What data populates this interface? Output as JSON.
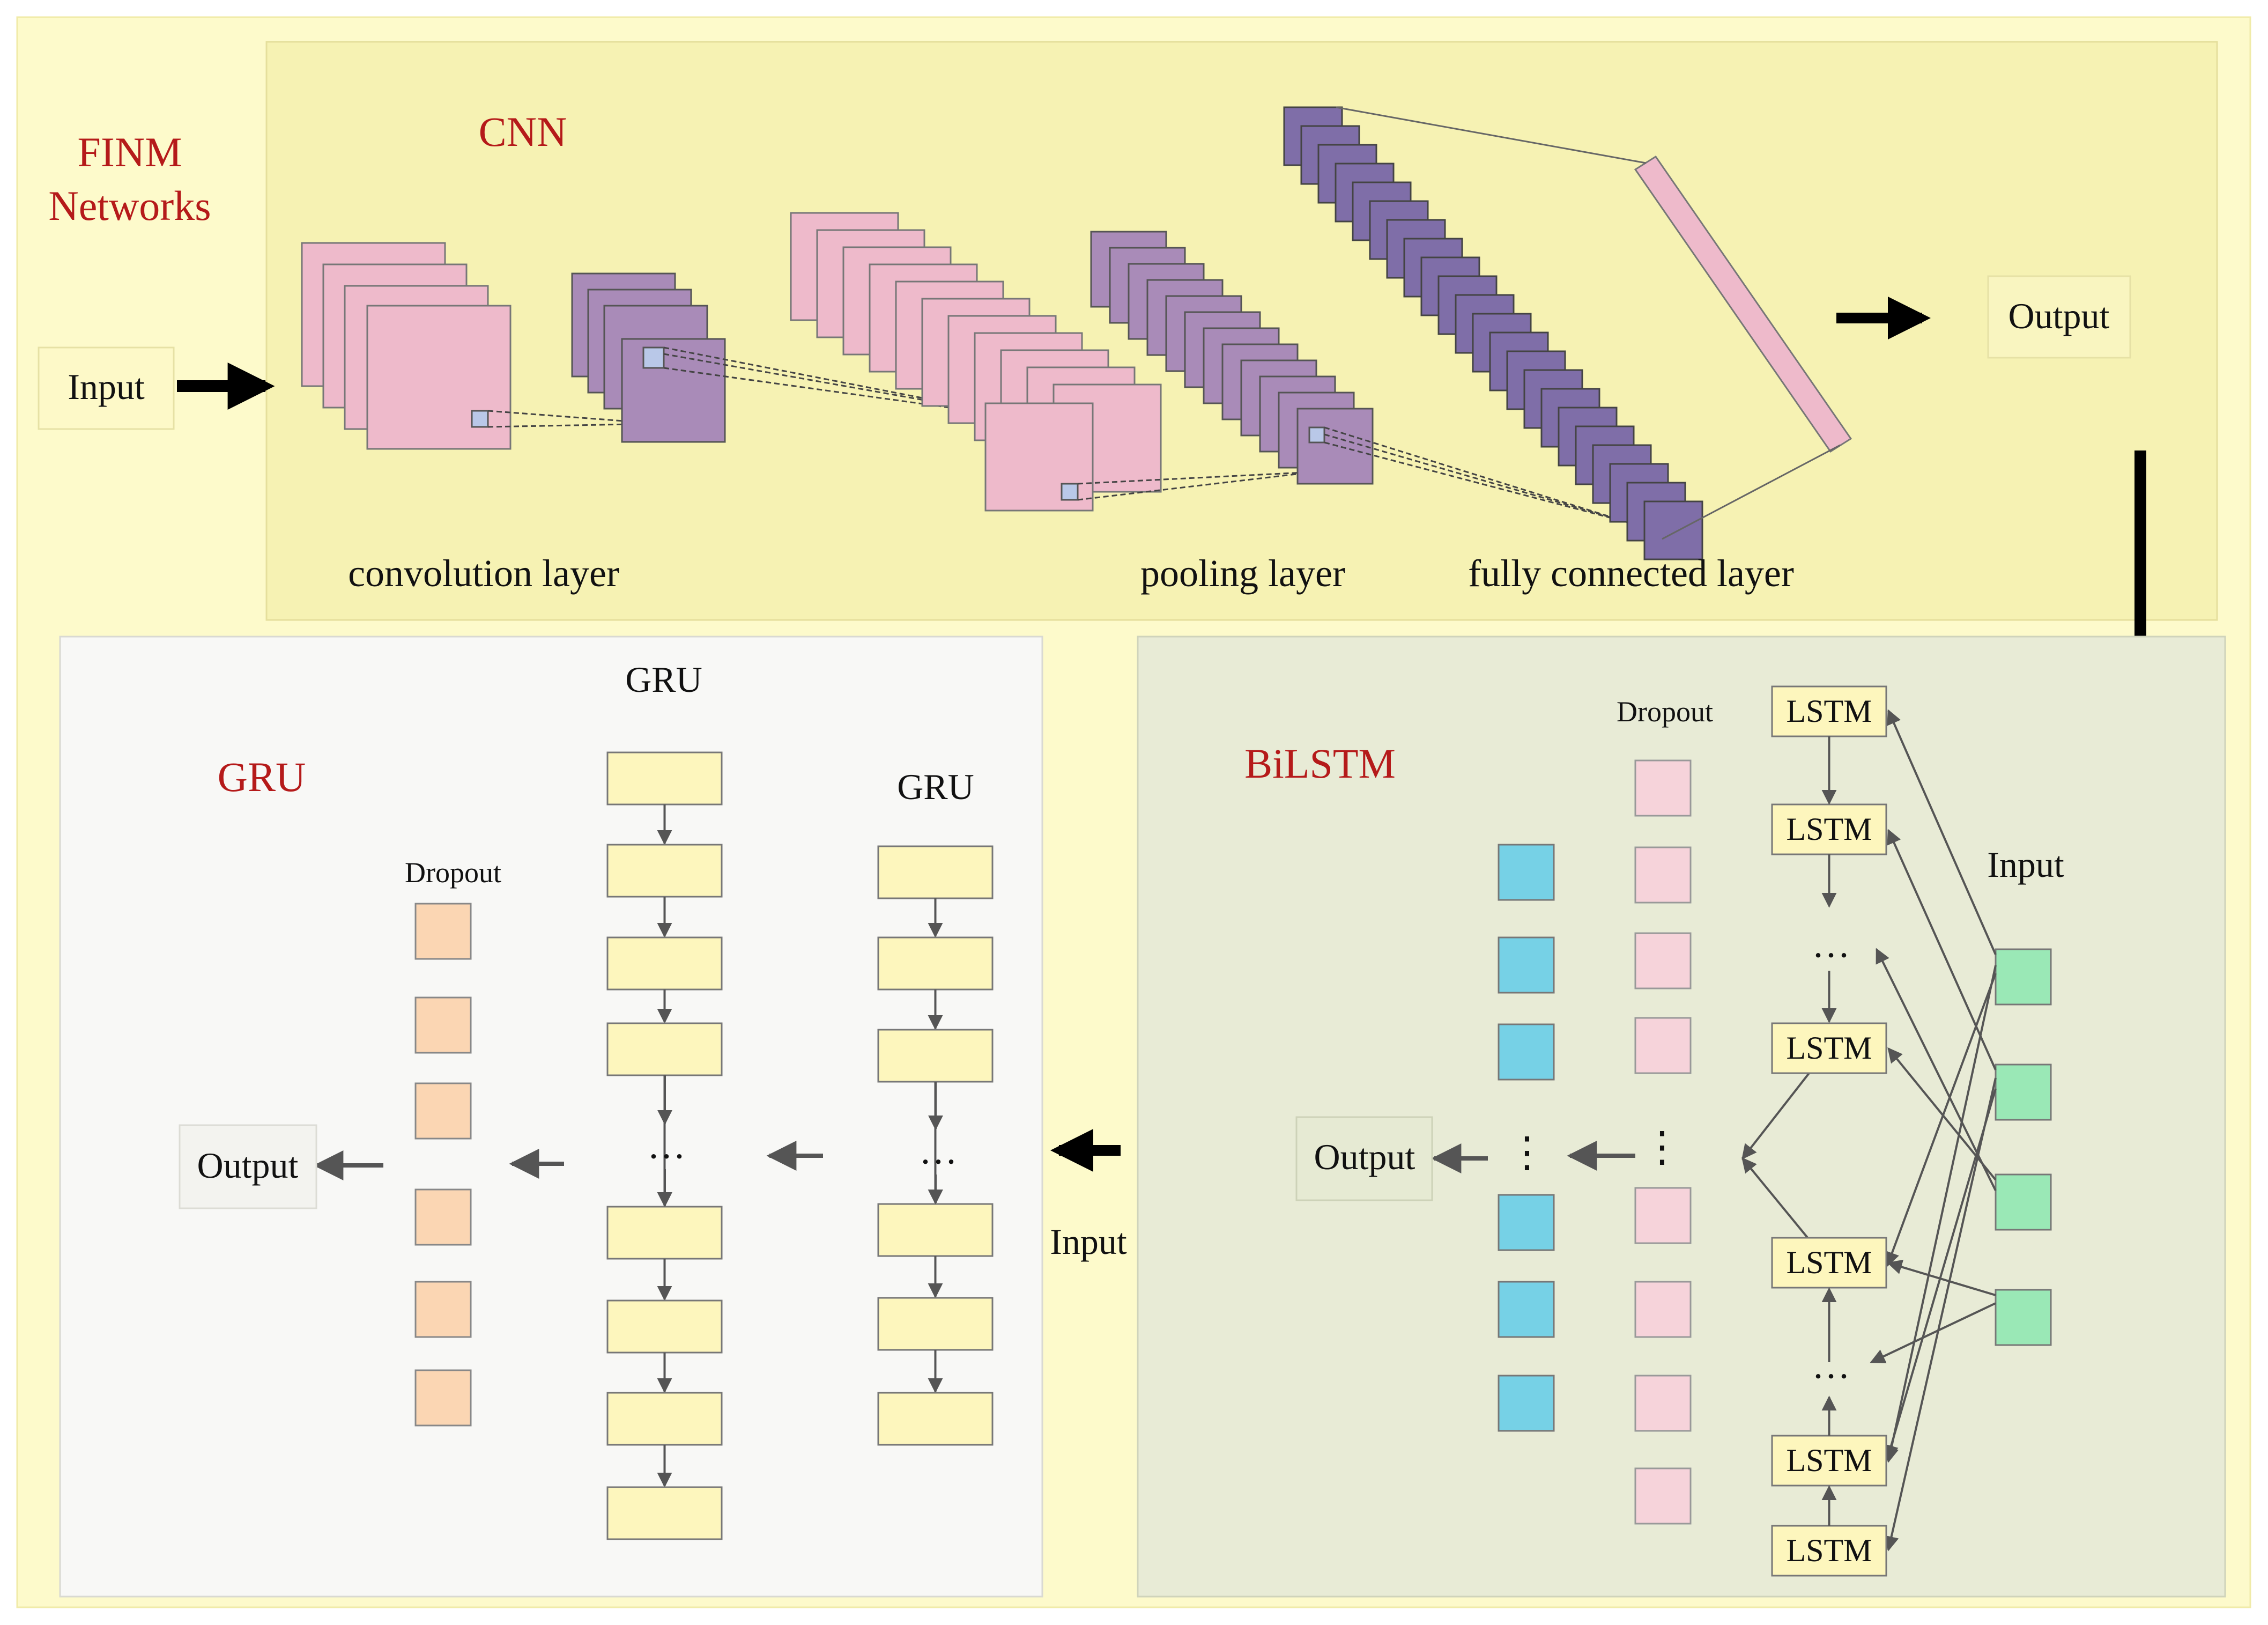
{
  "title": {
    "line1": "FINM",
    "line2": "Networks"
  },
  "colors": {
    "outer_bg": "#fdfacb",
    "cnn_bg": "#f6f2b3",
    "gru_bg": "#f8f8f6",
    "bilstm_bg": "#e8ebd6",
    "pink_map": "#eebacb",
    "purple_map": "#a98bb8",
    "dark_purple": "#7f6ea8",
    "gru_cell": "#fdf6bd",
    "dropout_orange": "#fbd6b3",
    "dropout_pink": "#f6d3da",
    "cyan": "#76d1e6",
    "green": "#9ae8b6",
    "title_red": "#b51a1a"
  },
  "cnn": {
    "title": "CNN",
    "input_label": "Input",
    "output_label": "Output",
    "labels": {
      "conv": "convolution layer",
      "pool": "pooling layer",
      "fc": "fully connected layer"
    }
  },
  "bilstm": {
    "title": "BiLSTM",
    "dropout_label": "Dropout",
    "input_label": "Input",
    "output_label": "Output",
    "lstm_cells": [
      "LSTM",
      "LSTM",
      "LSTM",
      "LSTM",
      "LSTM",
      "LSTM"
    ],
    "ellipsis_h": "···",
    "ellipsis_v": "⋮"
  },
  "gru": {
    "title": "GRU",
    "col1_title": "GRU",
    "col2_title": "GRU",
    "dropout_label": "Dropout",
    "input_label": "Input",
    "output_label": "Output",
    "ellipsis": "···"
  }
}
